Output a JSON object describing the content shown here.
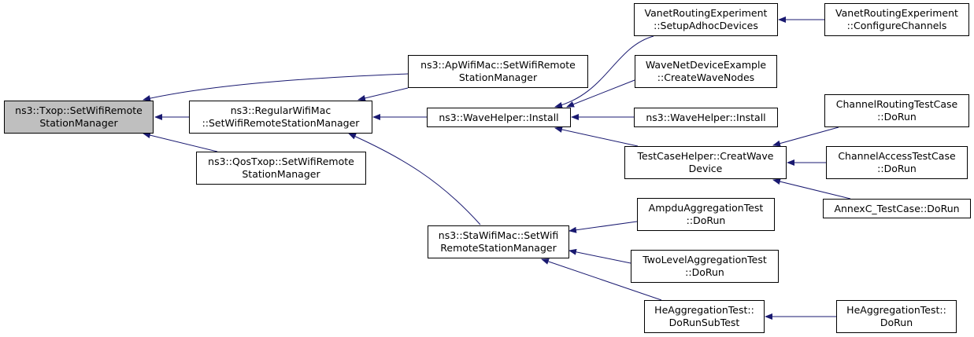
{
  "edge_color": "#191970",
  "node_fill": "#ffffff",
  "root_fill": "#bfbfbf",
  "nodes": {
    "n0": {
      "line1": "ns3::Txop::SetWifiRemote",
      "line2": "StationManager"
    },
    "n1": {
      "line1": "ns3::ApWifiMac::SetWifiRemote",
      "line2": "StationManager"
    },
    "n2": {
      "line1": "ns3::RegularWifiMac",
      "line2": "::SetWifiRemoteStationManager"
    },
    "n3": {
      "line1": "ns3::QosTxop::SetWifiRemote",
      "line2": "StationManager"
    },
    "n4": {
      "line1": "ns3::WaveHelper::Install",
      "line2": ""
    },
    "n5": {
      "line1": "ns3::StaWifiMac::SetWifi",
      "line2": "RemoteStationManager"
    },
    "n6": {
      "line1": "VanetRoutingExperiment",
      "line2": "::SetupAdhocDevices"
    },
    "n7": {
      "line1": "VanetRoutingExperiment",
      "line2": "::ConfigureChannels"
    },
    "n8": {
      "line1": "WaveNetDeviceExample",
      "line2": "::CreateWaveNodes"
    },
    "n9": {
      "line1": "ns3::WaveHelper::Install",
      "line2": ""
    },
    "n10": {
      "line1": "TestCaseHelper::CreatWave",
      "line2": "Device"
    },
    "n11": {
      "line1": "ChannelRoutingTestCase",
      "line2": "::DoRun"
    },
    "n12": {
      "line1": "ChannelAccessTestCase",
      "line2": "::DoRun"
    },
    "n13": {
      "line1": "AnnexC_TestCase::DoRun",
      "line2": ""
    },
    "n14": {
      "line1": "AmpduAggregationTest",
      "line2": "::DoRun"
    },
    "n15": {
      "line1": "TwoLevelAggregationTest",
      "line2": "::DoRun"
    },
    "n16": {
      "line1": "HeAggregationTest::",
      "line2": "DoRunSubTest"
    },
    "n17": {
      "line1": "HeAggregationTest::",
      "line2": "DoRun"
    }
  },
  "edges": [
    {
      "from": "n1",
      "to": "n0"
    },
    {
      "from": "n2",
      "to": "n0"
    },
    {
      "from": "n3",
      "to": "n0"
    },
    {
      "from": "n4",
      "to": "n2"
    },
    {
      "from": "n5",
      "to": "n2"
    },
    {
      "from": "n1",
      "to": "n2"
    },
    {
      "from": "n6",
      "to": "n4"
    },
    {
      "from": "n8",
      "to": "n4"
    },
    {
      "from": "n9",
      "to": "n4"
    },
    {
      "from": "n10",
      "to": "n4"
    },
    {
      "from": "n7",
      "to": "n6"
    },
    {
      "from": "n11",
      "to": "n10"
    },
    {
      "from": "n12",
      "to": "n10"
    },
    {
      "from": "n13",
      "to": "n10"
    },
    {
      "from": "n14",
      "to": "n5"
    },
    {
      "from": "n15",
      "to": "n5"
    },
    {
      "from": "n16",
      "to": "n5"
    },
    {
      "from": "n17",
      "to": "n16"
    }
  ]
}
